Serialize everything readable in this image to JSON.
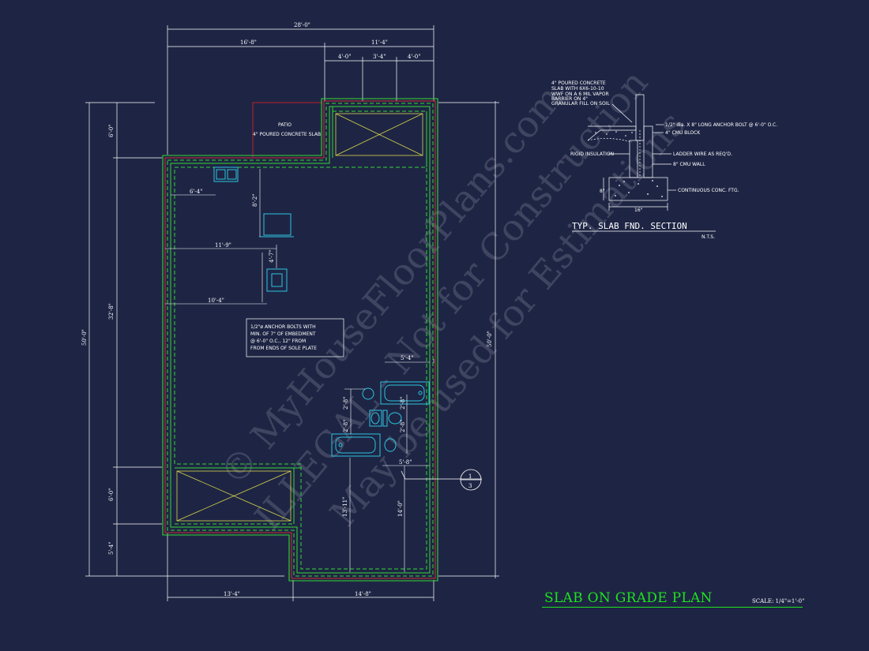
{
  "title": "SLAB ON GRADE PLAN",
  "scale": "SCALE: 1/4\"=1'-0\"",
  "colors": {
    "background": "#1e2544",
    "title": "#1fe21f",
    "wall_green": "#34d634",
    "wall_red": "#ff3030",
    "fixture": "#2cc4e0",
    "lines": "#ffffff",
    "diagonal": "#d8d84a",
    "patio_outline": "#c02030"
  },
  "top_dims": {
    "overall": "28'-0\"",
    "left": "16'-8\"",
    "right": "11'-4\"",
    "seg1": "4'-0\"",
    "seg2": "3'-4\"",
    "seg3": "4'-0\""
  },
  "left_dims": {
    "top": "6'-0\"",
    "middle": "32'-8\"",
    "lower": "6'-0\"",
    "bottom": "5'-4\"",
    "overall": "50'-0\""
  },
  "right_dims": {
    "overall": "50'-0\""
  },
  "bottom_dims": {
    "left": "13'-4\"",
    "right": "14'-8\""
  },
  "interior_dims": {
    "d1": "6'-4\"",
    "d2": "8'-2\"",
    "d3": "11'-9\"",
    "d4": "4'-7\"",
    "d5": "10'-4\"",
    "d6": "5'-4\"",
    "d7": "2'-8\"",
    "d8": "2'-8\"",
    "d9": "2'-8\"",
    "d10": "2'-8\"",
    "d11": "5'-8\"",
    "d12": "13'-11\"",
    "d13": "14'-0\""
  },
  "patio": {
    "line1": "PATIO",
    "line2": "4\" POURED CONCRETE SLAB"
  },
  "anchor_note": {
    "line1": "1/2\"ø ANCHOR BOLTS WITH",
    "line2": "MIN. OF 7\" OF EMBEDMENT",
    "line3": "@ 6'-0\" O.C., 12\" FROM",
    "line4": "FROM ENDS OF SOLE PLATE"
  },
  "section_marker": {
    "top": "1",
    "bottom": "3"
  },
  "section_detail": {
    "title": "TYP. SLAB FND. SECTION",
    "nts": "N.T.S.",
    "labels": {
      "slab1": "4\" POURED CONCRETE",
      "slab2": "SLAB WITH 6X6-10-10",
      "slab3": "WWF ON A 6 MIL VAPOR",
      "slab4": "BARRIER ON 4\"",
      "slab5": "GRANULAR FILL ON SOIL",
      "anchor": "1/2\" dia. X 8\" LONG ANCHOR BOLT @ 6'-0\" O.C.",
      "cmu_block": "4\" CMU BLOCK",
      "rigid": "RIGID INSULATION",
      "ladder": "LADDER WIRE AS REQ'D.",
      "cmu_wall": "8\" CMU WALL",
      "footing": "CONTINUOUS CONC. FTG.",
      "depth": "8\"",
      "width": "16\""
    }
  },
  "watermark": {
    "line1": "© MyHouseFloorPlans.com",
    "line2": "ILLEGAL - Not for Construction",
    "line3": "May be used for Estimations"
  }
}
